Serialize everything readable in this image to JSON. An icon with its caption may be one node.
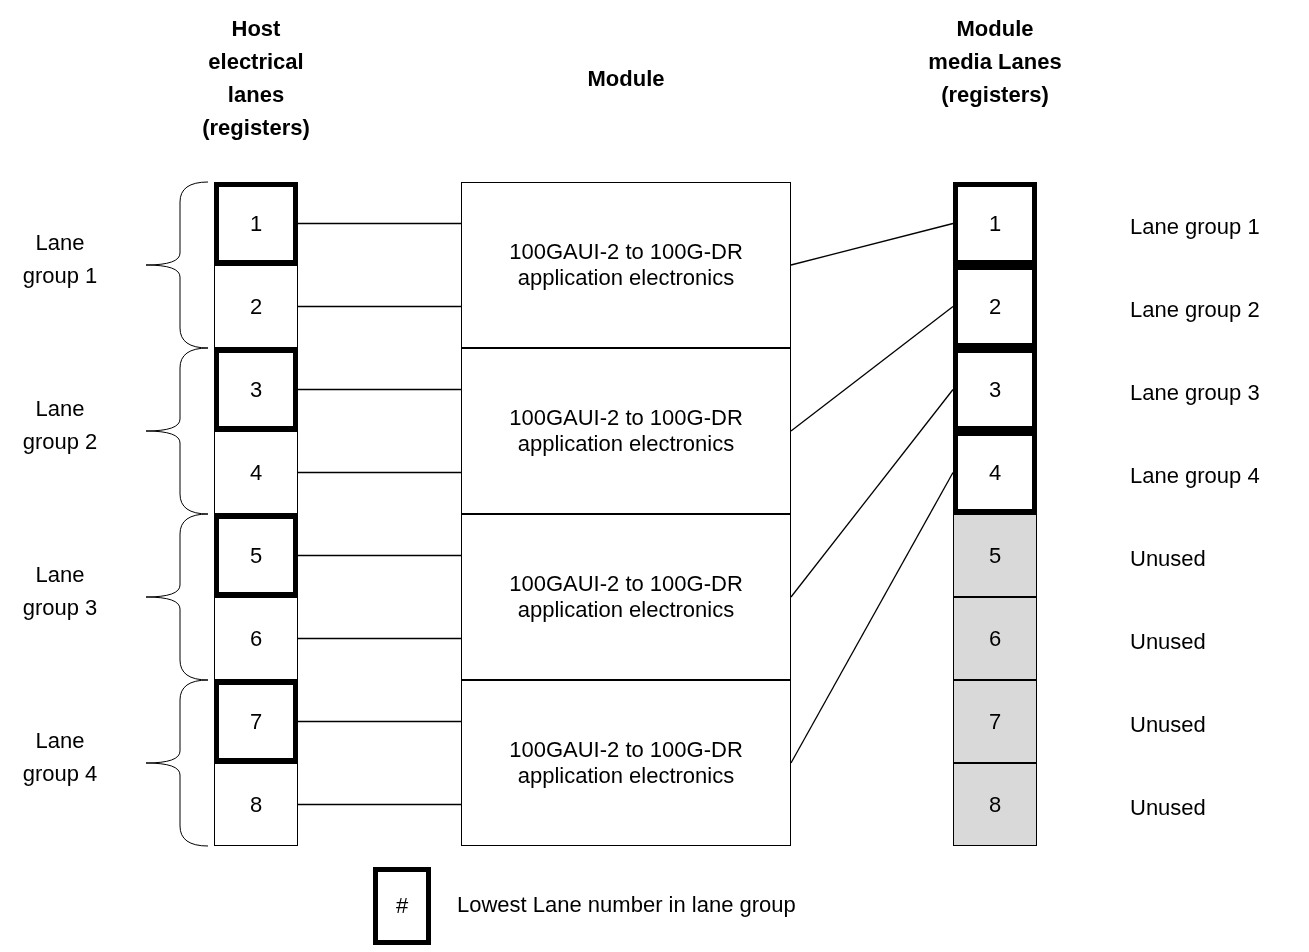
{
  "diagram": {
    "nodes": [
      {
        "text": [
          "1"
        ]
      },
      {
        "text": [
          "2"
        ]
      },
      {
        "text": [
          "3"
        ]
      },
      {
        "text": [
          "4"
        ]
      },
      {
        "text": [
          "5"
        ]
      },
      {
        "text": [
          "6"
        ]
      },
      {
        "text": [
          "7"
        ]
      },
      {
        "text": [
          "8"
        ]
      },
      {
        "text": [
          "100GAUI-2 to 100G-DR application electronics"
        ]
      },
      {
        "text": [
          "100GAUI-2 to 100G-DR application electronics"
        ]
      },
      {
        "text": [
          "100GAUI-2 to 100G-DR application electronics"
        ]
      },
      {
        "text": [
          "100GAUI-2 to 100G-DR application electronics"
        ]
      },
      {
        "text": [
          "1"
        ]
      },
      {
        "text": [
          "2"
        ]
      },
      {
        "text": [
          "3"
        ]
      },
      {
        "text": [
          "4"
        ]
      },
      {
        "text": [
          "5"
        ]
      },
      {
        "text": [
          "6"
        ]
      },
      {
        "text": [
          "7"
        ]
      },
      {
        "text": [
          "8"
        ]
      }
    ],
    "edges": [
      {
        "from": 0,
        "to": 8,
        "arrow": "none"
      },
      {
        "from": 1,
        "to": 8,
        "arrow": "none"
      },
      {
        "from": 2,
        "to": 9,
        "arrow": "none"
      },
      {
        "from": 3,
        "to": 9,
        "arrow": "none"
      },
      {
        "from": 4,
        "to": 10,
        "arrow": "none"
      },
      {
        "from": 5,
        "to": 10,
        "arrow": "none"
      },
      {
        "from": 6,
        "to": 11,
        "arrow": "none"
      },
      {
        "from": 7,
        "to": 11,
        "arrow": "none"
      },
      {
        "from": 8,
        "to": 12,
        "arrow": "none"
      },
      {
        "from": 9,
        "to": 13,
        "arrow": "none"
      },
      {
        "from": 10,
        "to": 14,
        "arrow": "none"
      },
      {
        "from": 11,
        "to": 15,
        "arrow": "none"
      }
    ],
    "labels": [
      "Host electrical lanes (registers)",
      "Module",
      "Module media Lanes (registers)",
      "Lane group 1",
      "Lane group 2",
      "Lane group 3",
      "Lane group 4",
      "Lane group 1",
      "Lane group 2",
      "Lane group 3",
      "Lane group 4",
      "Unused",
      "Unused",
      "Unused",
      "Unused",
      "#"
    ],
    "legend": [
      {
        "text": "Lowest Lane number in lane group"
      }
    ]
  }
}
